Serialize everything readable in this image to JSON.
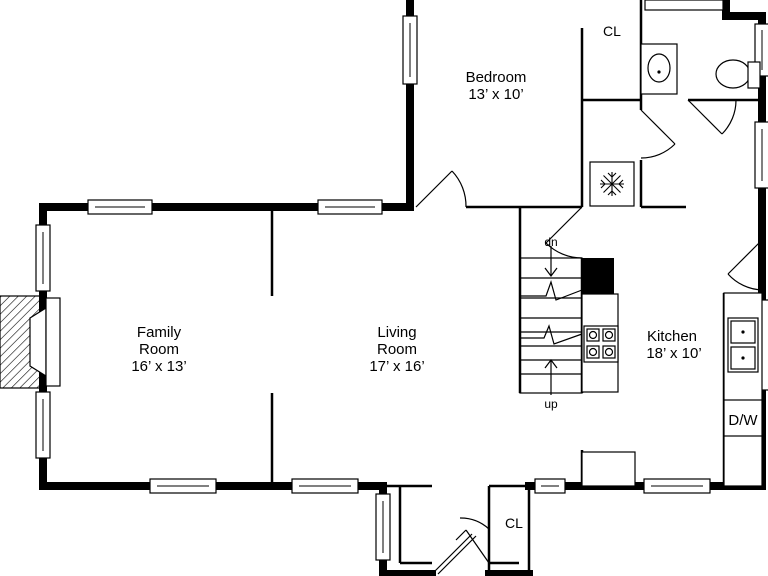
{
  "rooms": {
    "bedroom": {
      "name": "Bedroom",
      "size": "13’ x 10’"
    },
    "family_room": {
      "name_line1": "Family",
      "name_line2": "Room",
      "size": "16’ x 13’"
    },
    "living_room": {
      "name_line1": "Living",
      "name_line2": "Room",
      "size": "17’ x 16’"
    },
    "kitchen": {
      "name": "Kitchen",
      "size": "18’ x 10’"
    }
  },
  "closets": {
    "upper": "CL",
    "lower": "CL"
  },
  "stairs": {
    "down": "dn",
    "up": "up"
  },
  "appliances": {
    "dishwasher": "D/W"
  },
  "icons": [
    "snowflake-icon",
    "sink-icon",
    "toilet-icon",
    "stove-burner-icon"
  ]
}
